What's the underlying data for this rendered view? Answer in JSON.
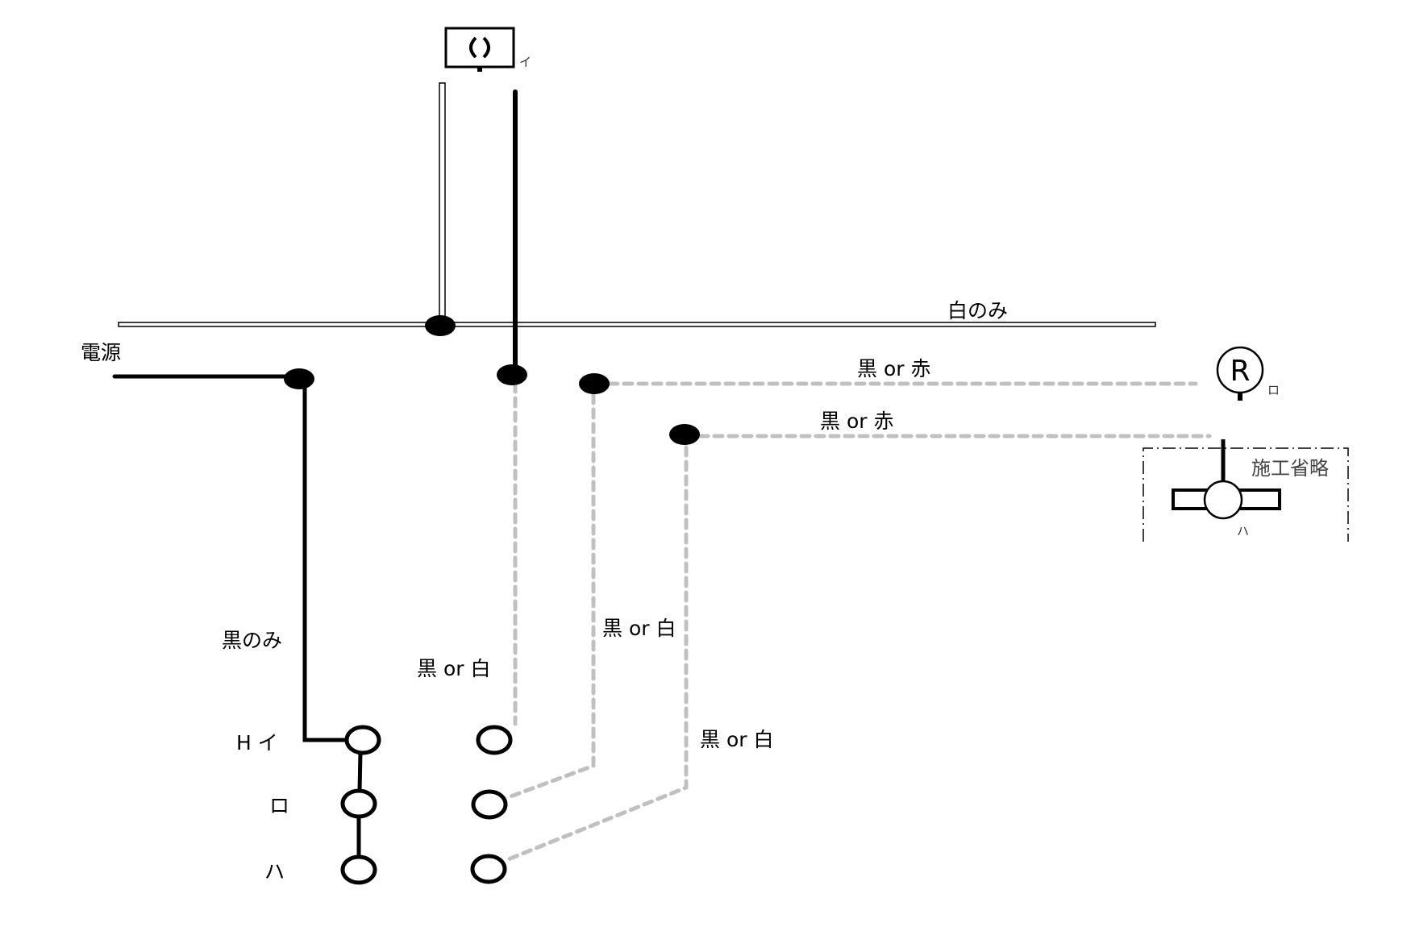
{
  "title": "複線図（スイッチ・引掛シーリング・蛍光灯）",
  "labels": {
    "power_source": "電源",
    "white_only": "白のみ",
    "black_only": "黒のみ",
    "black_or_red_1": "黒 or 赤",
    "black_or_red_2": "黒 or 赤",
    "black_or_white_1": "黒 or 白",
    "black_or_white_2": "黒 or 白",
    "black_or_white_3": "黒 or 白",
    "construction_omitted": "施工省略"
  },
  "switch_rows": [
    {
      "label": "H イ"
    },
    {
      "label": "ロ"
    },
    {
      "label": "ハ"
    }
  ],
  "fixtures": {
    "ceiling_light": {
      "symbol": "( )",
      "tag": "イ"
    },
    "receptacle_light": {
      "symbol": "R",
      "tag": "ロ"
    },
    "fluorescent": {
      "tag": "ハ"
    }
  },
  "colors": {
    "black_wire": "#000000",
    "white_wire_fill": "#ffffff",
    "dashed_wire": "#c0c0c0",
    "text": "#000000",
    "omitted_text": "#444444"
  }
}
